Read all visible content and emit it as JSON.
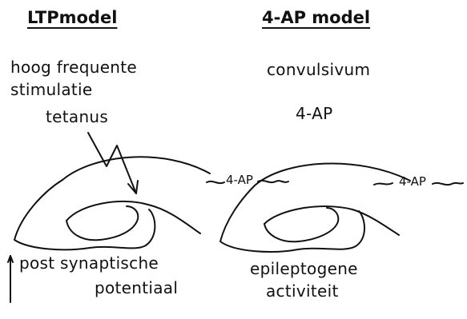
{
  "ltp_model": {
    "heading": "LTPmodel",
    "stimulus_line1": "hoog frequente",
    "stimulus_line2": "stimulatie",
    "tetanus_label": "tetanus",
    "response_line1": "post synaptische",
    "response_line2": "potentiaal"
  },
  "ap_model": {
    "heading": "4-AP model",
    "stimulus_label": "convulsivum",
    "drug_label": "4-AP",
    "bath_label_left": "4-AP",
    "bath_label_right": "4-AP",
    "response_line1": "epileptogene",
    "response_line2": "activiteit"
  },
  "colors": {
    "ink": "#111111",
    "background": "#ffffff"
  },
  "icons": {
    "stimulation_arrow": "lightning-arrow-icon",
    "response_arrow": "up-arrow-icon"
  }
}
